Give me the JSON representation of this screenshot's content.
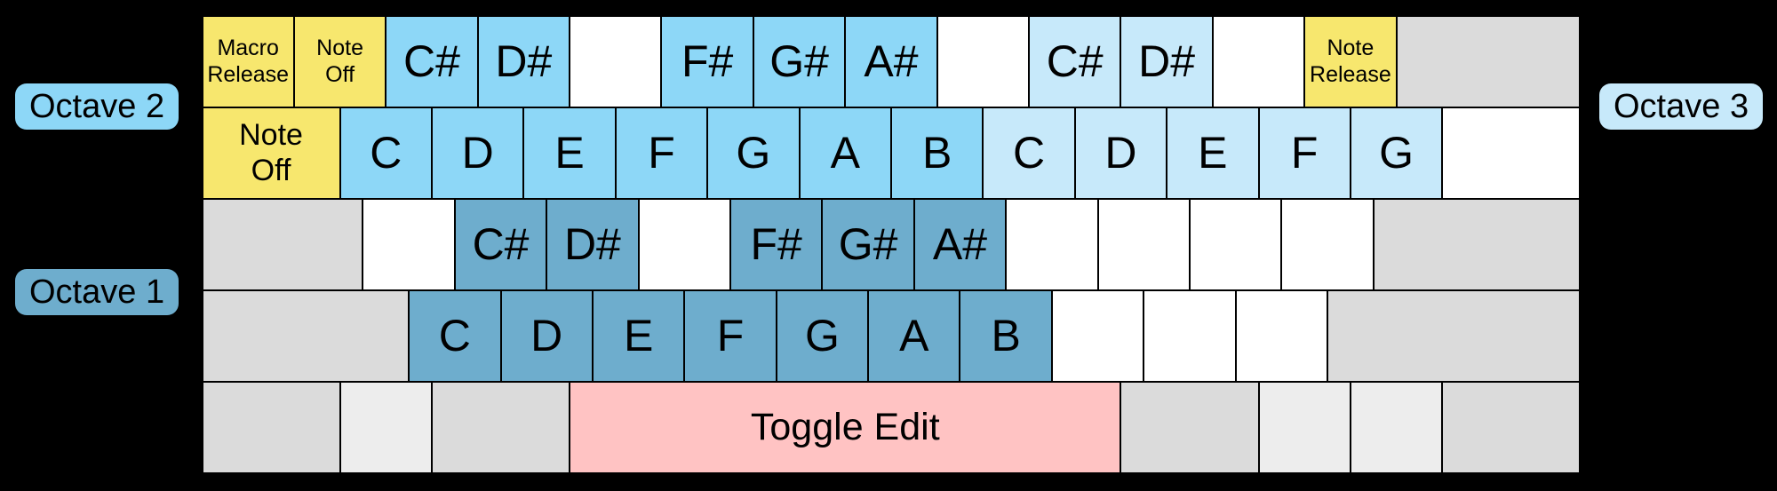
{
  "colors": {
    "background": "#000000",
    "key_border": "#000000",
    "function_yellow": "#F7E76E",
    "octave1_blue": "#6EADCD",
    "octave2_blue": "#8DD7F7",
    "octave3_blue": "#C7E9FA",
    "edit_pink": "#FFC3C3",
    "modifier_gray": "#DBDBDB",
    "modifier_gray_light": "#EDEDED",
    "blank_white": "#FFFFFF"
  },
  "octave_labels": {
    "octave1": "Octave 1",
    "octave2": "Octave 2",
    "octave3": "Octave 3"
  },
  "keyboard": {
    "rows": [
      {
        "keys": [
          {
            "label": "Macro\nRelease",
            "color": "function_yellow",
            "w": 1,
            "size": "sm"
          },
          {
            "label": "Note\nOff",
            "color": "function_yellow",
            "w": 1,
            "size": "sm"
          },
          {
            "label": "C#",
            "color": "octave2_blue",
            "w": 1
          },
          {
            "label": "D#",
            "color": "octave2_blue",
            "w": 1
          },
          {
            "label": "",
            "color": "blank_white",
            "w": 1
          },
          {
            "label": "F#",
            "color": "octave2_blue",
            "w": 1
          },
          {
            "label": "G#",
            "color": "octave2_blue",
            "w": 1
          },
          {
            "label": "A#",
            "color": "octave2_blue",
            "w": 1
          },
          {
            "label": "",
            "color": "blank_white",
            "w": 1
          },
          {
            "label": "C#",
            "color": "octave3_blue",
            "w": 1
          },
          {
            "label": "D#",
            "color": "octave3_blue",
            "w": 1
          },
          {
            "label": "",
            "color": "blank_white",
            "w": 1
          },
          {
            "label": "Note\nRelease",
            "color": "function_yellow",
            "w": 1,
            "size": "sm"
          },
          {
            "label": "",
            "color": "modifier_gray",
            "w": 2
          }
        ]
      },
      {
        "keys": [
          {
            "label": "Note\nOff",
            "color": "function_yellow",
            "w": 1.5,
            "size": "md"
          },
          {
            "label": "C",
            "color": "octave2_blue",
            "w": 1
          },
          {
            "label": "D",
            "color": "octave2_blue",
            "w": 1
          },
          {
            "label": "E",
            "color": "octave2_blue",
            "w": 1
          },
          {
            "label": "F",
            "color": "octave2_blue",
            "w": 1
          },
          {
            "label": "G",
            "color": "octave2_blue",
            "w": 1
          },
          {
            "label": "A",
            "color": "octave2_blue",
            "w": 1
          },
          {
            "label": "B",
            "color": "octave2_blue",
            "w": 1
          },
          {
            "label": "C",
            "color": "octave3_blue",
            "w": 1
          },
          {
            "label": "D",
            "color": "octave3_blue",
            "w": 1
          },
          {
            "label": "E",
            "color": "octave3_blue",
            "w": 1
          },
          {
            "label": "F",
            "color": "octave3_blue",
            "w": 1
          },
          {
            "label": "G",
            "color": "octave3_blue",
            "w": 1
          },
          {
            "label": "",
            "color": "blank_white",
            "w": 1.5
          }
        ]
      },
      {
        "keys": [
          {
            "label": "",
            "color": "modifier_gray",
            "w": 1.75
          },
          {
            "label": "",
            "color": "blank_white",
            "w": 1
          },
          {
            "label": "C#",
            "color": "octave1_blue",
            "w": 1
          },
          {
            "label": "D#",
            "color": "octave1_blue",
            "w": 1
          },
          {
            "label": "",
            "color": "blank_white",
            "w": 1
          },
          {
            "label": "F#",
            "color": "octave1_blue",
            "w": 1
          },
          {
            "label": "G#",
            "color": "octave1_blue",
            "w": 1
          },
          {
            "label": "A#",
            "color": "octave1_blue",
            "w": 1
          },
          {
            "label": "",
            "color": "blank_white",
            "w": 1
          },
          {
            "label": "",
            "color": "blank_white",
            "w": 1
          },
          {
            "label": "",
            "color": "blank_white",
            "w": 1
          },
          {
            "label": "",
            "color": "blank_white",
            "w": 1
          },
          {
            "label": "",
            "color": "modifier_gray",
            "w": 2.25
          }
        ]
      },
      {
        "keys": [
          {
            "label": "",
            "color": "modifier_gray",
            "w": 2.25
          },
          {
            "label": "C",
            "color": "octave1_blue",
            "w": 1
          },
          {
            "label": "D",
            "color": "octave1_blue",
            "w": 1
          },
          {
            "label": "E",
            "color": "octave1_blue",
            "w": 1
          },
          {
            "label": "F",
            "color": "octave1_blue",
            "w": 1
          },
          {
            "label": "G",
            "color": "octave1_blue",
            "w": 1
          },
          {
            "label": "A",
            "color": "octave1_blue",
            "w": 1
          },
          {
            "label": "B",
            "color": "octave1_blue",
            "w": 1
          },
          {
            "label": "",
            "color": "blank_white",
            "w": 1
          },
          {
            "label": "",
            "color": "blank_white",
            "w": 1
          },
          {
            "label": "",
            "color": "blank_white",
            "w": 1
          },
          {
            "label": "",
            "color": "modifier_gray",
            "w": 2.75
          }
        ]
      },
      {
        "keys": [
          {
            "label": "",
            "color": "modifier_gray",
            "w": 1.5
          },
          {
            "label": "",
            "color": "modifier_gray_light",
            "w": 1
          },
          {
            "label": "",
            "color": "modifier_gray",
            "w": 1.5
          },
          {
            "label": "Toggle Edit",
            "color": "edit_pink",
            "w": 6,
            "size": "lg"
          },
          {
            "label": "",
            "color": "modifier_gray",
            "w": 1.5
          },
          {
            "label": "",
            "color": "modifier_gray_light",
            "w": 1
          },
          {
            "label": "",
            "color": "modifier_gray_light",
            "w": 1
          },
          {
            "label": "",
            "color": "modifier_gray",
            "w": 1.5
          }
        ]
      }
    ]
  }
}
